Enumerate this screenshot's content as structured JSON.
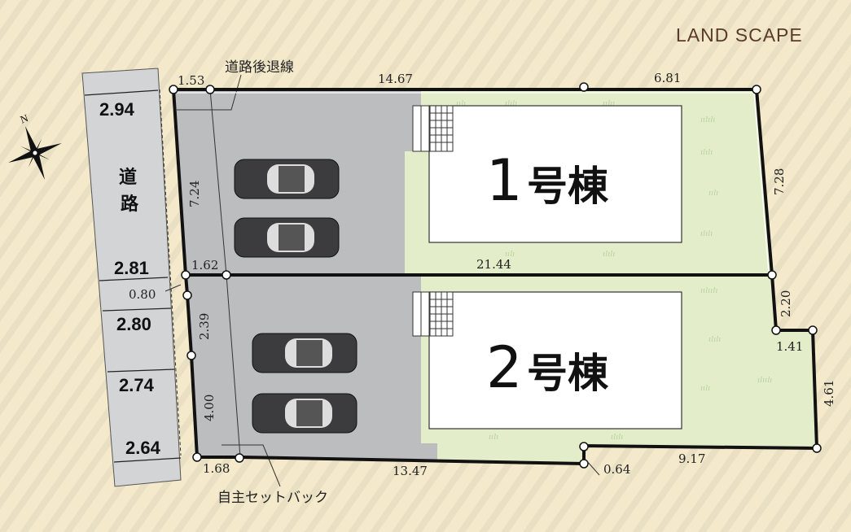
{
  "brand": "LAND SCAPE",
  "compass": {
    "north_label": "N"
  },
  "road": {
    "label_1": "道",
    "label_2": "路",
    "widths": [
      "2.94",
      "2.81",
      "2.80",
      "2.74",
      "2.64"
    ]
  },
  "annotations": {
    "road_setback_line": "道路後退線",
    "voluntary_setback": "自主セットバック"
  },
  "houses": [
    {
      "number": "1",
      "suffix": "号棟"
    },
    {
      "number": "2",
      "suffix": "号棟"
    }
  ],
  "dimensions": {
    "top_left": "1.53",
    "top_mid": "14.67",
    "top_right": "6.81",
    "right_upper": "7.28",
    "divider": "21.44",
    "left_upper": "7.24",
    "left_mid": "1.62",
    "left_offset": "0.80",
    "left_lower_1": "2.39",
    "left_lower_2": "4.00",
    "right_step_v": "2.20",
    "right_step_h": "1.41",
    "right_lower": "4.61",
    "bottom_right": "9.17",
    "bottom_step": "0.64",
    "bottom_mid": "13.47",
    "bottom_left": "1.68"
  },
  "colors": {
    "lawn": "#e3edc9",
    "parking": "#bcbdbf",
    "road": "#d3d4d6",
    "boundary": "#111111"
  }
}
